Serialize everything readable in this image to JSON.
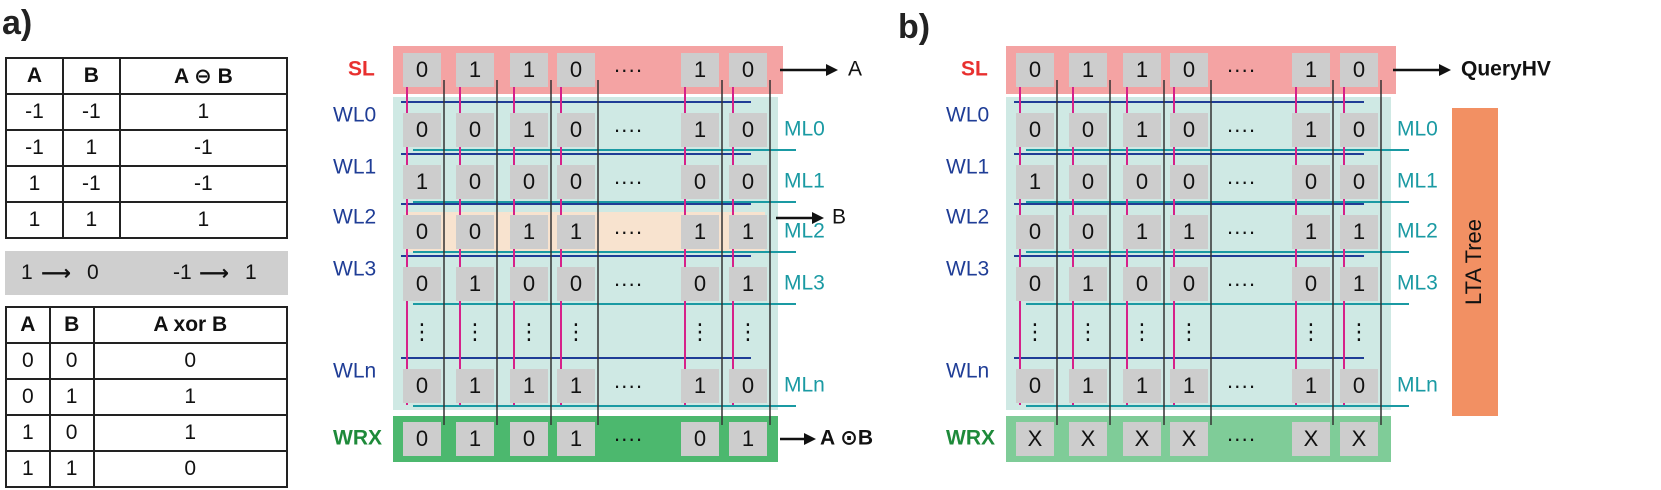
{
  "panels": {
    "a": "a)",
    "b": "b)"
  },
  "table_bipolar": {
    "headers": [
      "A",
      "B",
      "A ⊖ B"
    ],
    "rows": [
      [
        "-1",
        "-1",
        "1"
      ],
      [
        "-1",
        "1",
        "-1"
      ],
      [
        "1",
        "-1",
        "-1"
      ],
      [
        "1",
        "1",
        "1"
      ]
    ]
  },
  "mapping": {
    "left": "1",
    "left_to": "0",
    "right": "-1",
    "right_to": "1"
  },
  "table_binary": {
    "headers": [
      "A",
      "B",
      "A xor B"
    ],
    "rows": [
      [
        "0",
        "0",
        "0"
      ],
      [
        "0",
        "1",
        "1"
      ],
      [
        "1",
        "0",
        "1"
      ],
      [
        "1",
        "1",
        "0"
      ]
    ]
  },
  "arrays": [
    {
      "id": "a",
      "sl_label": "SL",
      "sl_values": [
        "0",
        "1",
        "1",
        "0",
        "····",
        "1",
        "0"
      ],
      "sl_output": "A",
      "word_lines": [
        "WL0",
        "WL1",
        "WL2",
        "WL3",
        "WLn"
      ],
      "match_lines": [
        "ML0",
        "ML1",
        "ML2",
        "ML3",
        "MLn"
      ],
      "rows": [
        [
          "0",
          "0",
          "1",
          "0",
          "····",
          "1",
          "0"
        ],
        [
          "1",
          "0",
          "0",
          "0",
          "····",
          "0",
          "0"
        ],
        [
          "0",
          "0",
          "1",
          "1",
          "····",
          "1",
          "1"
        ],
        [
          "0",
          "1",
          "0",
          "0",
          "····",
          "0",
          "1"
        ],
        [
          "⋮",
          "⋮",
          "⋮",
          "⋮",
          "",
          "⋮",
          "⋮"
        ],
        [
          "0",
          "1",
          "1",
          "1",
          "····",
          "1",
          "0"
        ]
      ],
      "highlight_row_output": "B",
      "wrx_label": "WRX",
      "wrx_values": [
        "0",
        "1",
        "0",
        "1",
        "····",
        "0",
        "1"
      ],
      "wrx_output": "A ⊙B",
      "colors": {
        "sl_band": "#f4a3a3",
        "wrx_band": "#4cb86e",
        "array_bg": "#cfe9e4",
        "highlight": "#f8e3cf"
      }
    },
    {
      "id": "b",
      "sl_label": "SL",
      "sl_values": [
        "0",
        "1",
        "1",
        "0",
        "····",
        "1",
        "0"
      ],
      "sl_output": "QueryHV",
      "word_lines": [
        "WL0",
        "WL1",
        "WL2",
        "WL3",
        "WLn"
      ],
      "match_lines": [
        "ML0",
        "ML1",
        "ML2",
        "ML3",
        "MLn"
      ],
      "rows": [
        [
          "0",
          "0",
          "1",
          "0",
          "····",
          "1",
          "0"
        ],
        [
          "1",
          "0",
          "0",
          "0",
          "····",
          "0",
          "0"
        ],
        [
          "0",
          "0",
          "1",
          "1",
          "····",
          "1",
          "1"
        ],
        [
          "0",
          "1",
          "0",
          "0",
          "····",
          "0",
          "1"
        ],
        [
          "⋮",
          "⋮",
          "⋮",
          "⋮",
          "",
          "⋮",
          "⋮"
        ],
        [
          "0",
          "1",
          "1",
          "1",
          "····",
          "1",
          "0"
        ]
      ],
      "wrx_label": "WRX",
      "wrx_values": [
        "X",
        "X",
        "X",
        "X",
        "····",
        "X",
        "X"
      ],
      "lta_label": "LTA Tree",
      "colors": {
        "sl_band": "#f4a3a3",
        "wrx_band": "#7fcc98",
        "array_bg": "#cfe9e4",
        "lta": "#f29063"
      }
    }
  ],
  "colors": {
    "sl_text": "#e8302f",
    "wl_text": "#1f3d96",
    "ml_text": "#1a9aa3",
    "wrx_text": "#1e8a3a",
    "wl_line": "#1f3d96",
    "ml_line": "#1a9aa3",
    "bl_line": "#d6218a",
    "cell": "#cdcdcd"
  }
}
